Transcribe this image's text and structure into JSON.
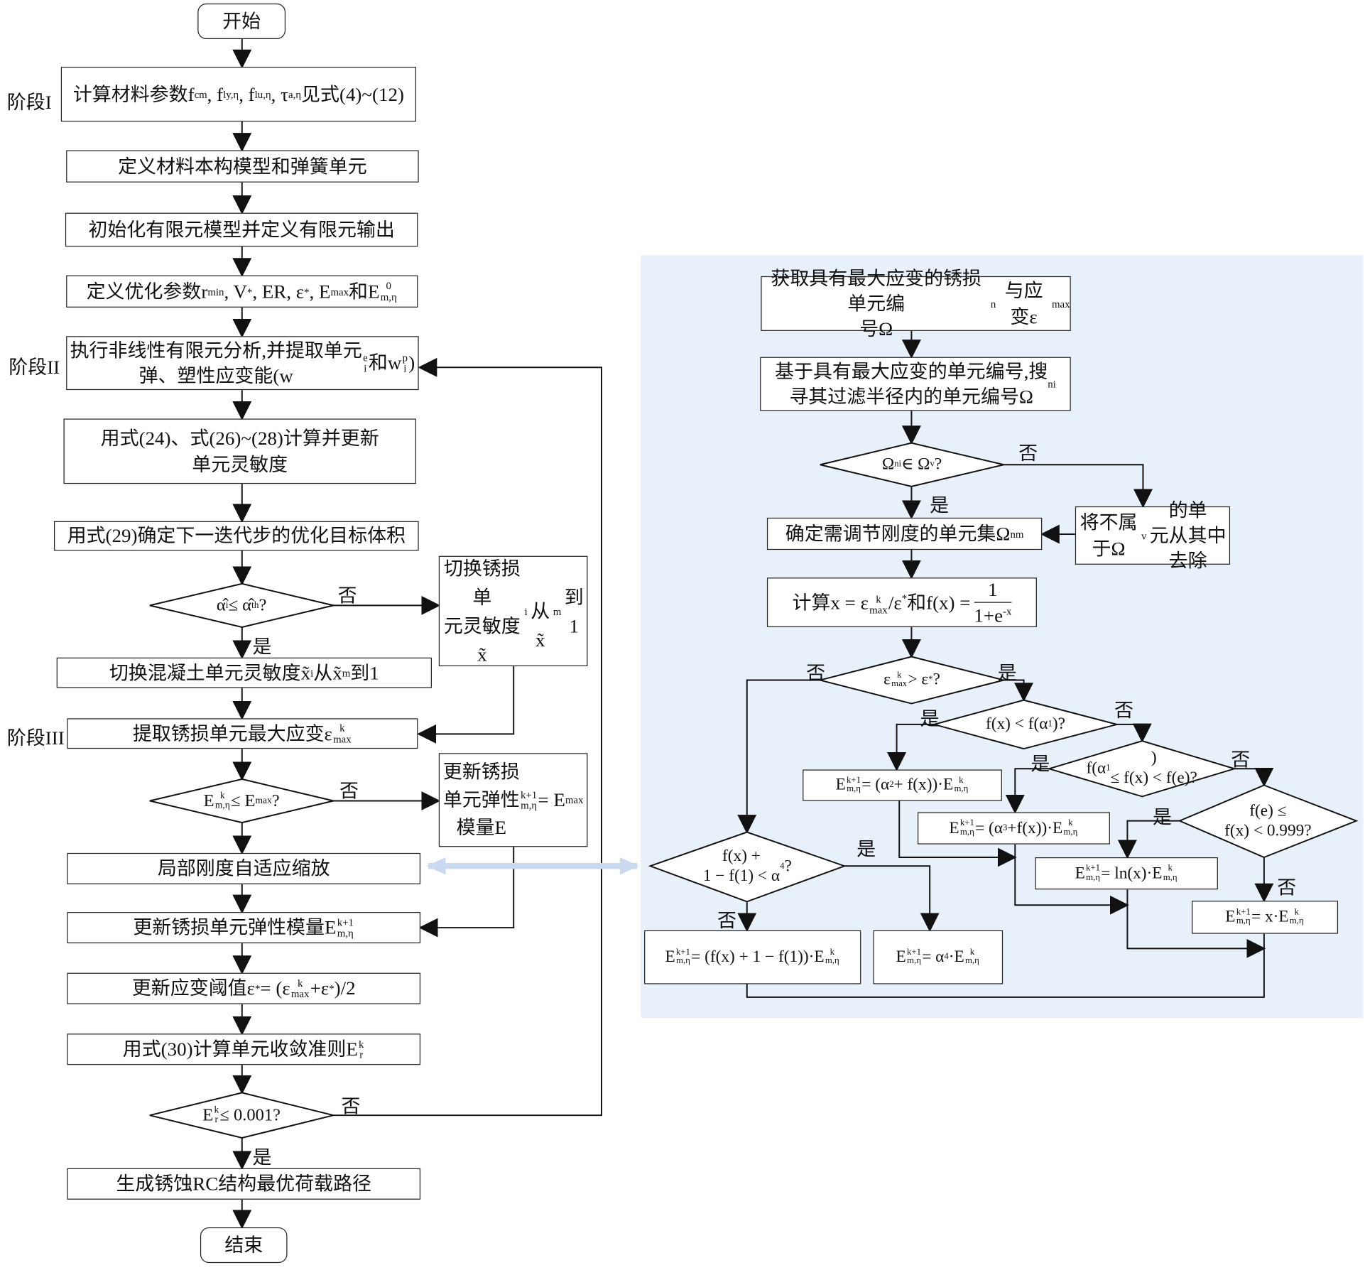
{
  "colors": {
    "panel": "#e8f0f9",
    "double_arrow": "#c9daf0",
    "line": "#111111"
  },
  "labels": {
    "yes": "是",
    "no": "否"
  },
  "stages": [
    "阶段I",
    "阶段II",
    "阶段III"
  ],
  "left": {
    "start": "开始",
    "b1": "计算材料参数f_{cm}, f_{ly,η}, f_{lu,η}, τ_{a,η}见式(4)~(12)",
    "b2": "定义材料本构模型和弹簧单元",
    "b3": "初始化有限元模型并定义有限元输出",
    "b4": "定义优化参数r_{min}, V^{*}, ER, ε^{*}, E_{max}和E^{0}_{m,η}",
    "b5": "执行非线性有限元分析,并提取单元\n弹、塑性应变能(w^{e}_{i}和w^{p}_{i})",
    "b6": "用式(24)、式(26)~(28)计算并更新\n单元灵敏度",
    "b7": "用式(29)确定下一迭代步的优化目标体积",
    "d1": "α̂_{i} ≤ α̂_{th}?",
    "sideA": "切换锈损单\n元灵敏度x̃_{i}\n从x̃_{m}到1",
    "b8": "切换混凝土单元灵敏度x̃_{i}从x̃_{m}到1",
    "b9": "提取锈损单元最大应变ε^{k}_{max}",
    "d2": "E^{k}_{m,η} ≤ E_{max}?",
    "sideB": "更新锈损\n单元弹性\n模量E^{k+1}_{m,η} = E_{max}",
    "b10": "局部刚度自适应缩放",
    "b11": "更新锈损单元弹性模量E^{k+1}_{m,η}",
    "b12": "更新应变阈值ε^{*} = (ε^{k}_{max}+ε^{*})/2",
    "b13": "用式(30)计算单元收敛准则E^{k}_{r}",
    "d3": "E^{k}_{r} ≤ 0.001?",
    "b14": "生成锈蚀RC结构最优荷载路径",
    "end": "结束"
  },
  "right": {
    "r1": "获取具有最大应变的锈损单元编\n号Ω_{n}与应变ε_{max}",
    "r2": "基于具有最大应变的单元编号,搜\n寻其过滤半径内的单元编号Ω_{ni}",
    "rd1": "Ω_{ni} ∈ Ω_{v}?",
    "r3": "确定需调节刚度的单元集Ω_{nm}",
    "r3side": "将不属于Ω_{v}的单\n元从其中去除",
    "r4_prefix": "计算x = ε^{k}_{max}/ε^{*}和f(x) = ",
    "r4_num": "1",
    "r4_den": "1+e^{-x}",
    "rd2": "ε^{k}_{max} > ε^{*}?",
    "rd3": "f(x) < f(α_{1})?",
    "rd4": "f(α_{1})\n≤ f(x) < f(e)?",
    "rd5": "f(e) ≤\nf(x) < 0.999?",
    "rd6": "f(x) +\n1 − f(1) < α_{4}?",
    "r5": "E^{k+1}_{m,η} = (α_{2} + f(x))·E^{k}_{m,η}",
    "r6": "E^{k+1}_{m,η} = (α_{3}+f(x))·E^{k}_{m,η}",
    "r7": "E^{k+1}_{m,η} = ln(x)·E^{k}_{m,η}",
    "r8": "E^{k+1}_{m,η} = x·E^{k}_{m,η}",
    "r9": "E^{k+1}_{m,η} = (f(x) + 1 − f(1))·E^{k}_{m,η}",
    "r10": "E^{k+1}_{m,η} = α_{4}·E^{k}_{m,η}"
  }
}
